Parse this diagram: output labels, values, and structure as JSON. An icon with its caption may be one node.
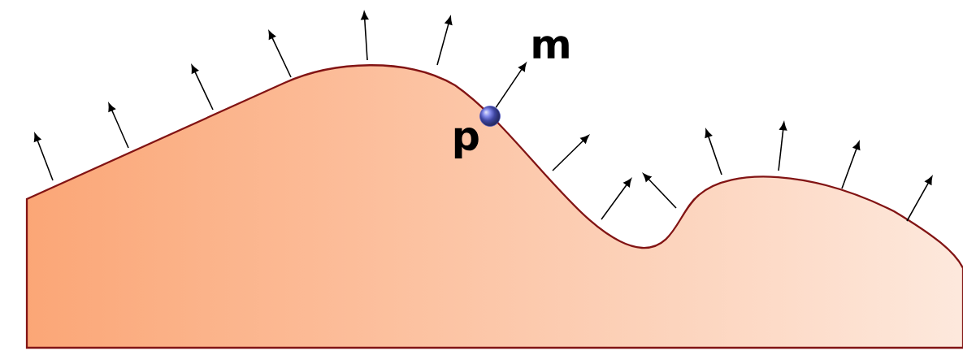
{
  "diagram": {
    "nodes": [
      {
        "text": [],
        "shape": "circle",
        "beside": [
          "p"
        ]
      },
      {
        "text": [
          "m"
        ]
      }
    ],
    "edges": [
      {
        "from": 0,
        "to": 1,
        "arrow": "to"
      }
    ]
  }
}
